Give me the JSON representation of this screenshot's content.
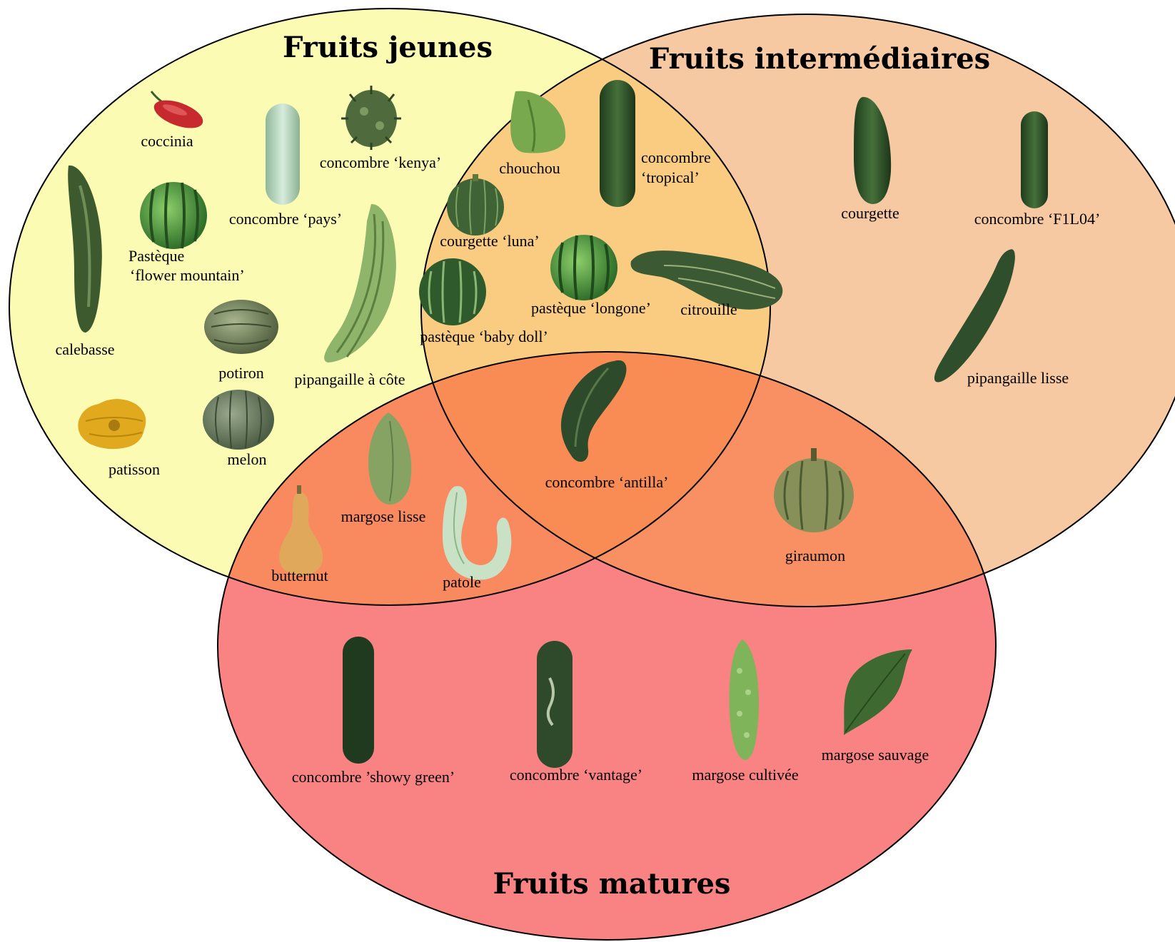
{
  "sets": {
    "young": {
      "title": "Fruits jeunes",
      "color": "#fbfbb4"
    },
    "intermediate": {
      "title": "Fruits intermédiaires",
      "color": "#f7c9a2"
    },
    "mature": {
      "title": "Fruits matures",
      "color": "#f98283"
    },
    "overlap_young_intermediate": {
      "color": "#f9cc82"
    },
    "overlap_young_mature": {
      "color": "#f98a60"
    },
    "overlap_intermediate_mature": {
      "color": "#f99063"
    },
    "overlap_all": {
      "color": "#f98c55"
    }
  },
  "items": {
    "coccinia": {
      "label": "coccinia",
      "icon": "coccinia-fruit-icon"
    },
    "concombre_pays": {
      "label": "concombre ‘pays’",
      "icon": "cucumber-icon"
    },
    "concombre_kenya": {
      "label": "concombre ‘kenya’",
      "icon": "spiky-cucumber-icon"
    },
    "calebasse": {
      "label": "calebasse",
      "icon": "gourd-icon"
    },
    "pasteque_flower_1": {
      "label": "Pastèque"
    },
    "pasteque_flower_2": {
      "label": "‘flower mountain’",
      "icon": "watermelon-icon"
    },
    "potiron": {
      "label": "potiron",
      "icon": "pumpkin-icon"
    },
    "pipangaille_cote": {
      "label": "pipangaille à côte",
      "icon": "ridged-gourd-icon"
    },
    "patisson": {
      "label": "patisson",
      "icon": "pattypan-squash-icon"
    },
    "melon": {
      "label": "melon",
      "icon": "melon-icon"
    },
    "chouchou": {
      "label": "chouchou",
      "icon": "chayote-icon"
    },
    "concombre_tropical_1": {
      "label": "concombre"
    },
    "concombre_tropical_2": {
      "label": "‘tropical’",
      "icon": "cucumber-icon"
    },
    "courgette_luna": {
      "label": "courgette ‘luna’",
      "icon": "round-zucchini-icon"
    },
    "pasteque_longone": {
      "label": "pastèque ‘longone’",
      "icon": "watermelon-icon"
    },
    "citrouille": {
      "label": "citrouille",
      "icon": "squash-icon"
    },
    "pasteque_baby_doll": {
      "label": "pastèque ‘baby doll’",
      "icon": "watermelon-icon"
    },
    "courgette": {
      "label": "courgette",
      "icon": "zucchini-icon"
    },
    "concombre_f1l04": {
      "label": "concombre ‘F1L04’",
      "icon": "cucumber-icon"
    },
    "pipangaille_lisse": {
      "label": "pipangaille lisse",
      "icon": "smooth-gourd-icon"
    },
    "concombre_antilla": {
      "label": "concombre ‘antilla’",
      "icon": "curved-cucumber-icon"
    },
    "margose_lisse": {
      "label": "margose lisse",
      "icon": "bitter-gourd-icon"
    },
    "butternut": {
      "label": "butternut",
      "icon": "butternut-squash-icon"
    },
    "patole": {
      "label": "patole",
      "icon": "snake-gourd-icon"
    },
    "giraumon": {
      "label": "giraumon",
      "icon": "pumpkin-icon"
    },
    "concombre_showy_green": {
      "label": "concombre ’showy green’",
      "icon": "cucumber-icon"
    },
    "concombre_vantage": {
      "label": "concombre ‘vantage’",
      "icon": "cucumber-icon"
    },
    "margose_cultivee": {
      "label": "margose cultivée",
      "icon": "bitter-gourd-icon"
    },
    "margose_sauvage": {
      "label": "margose sauvage",
      "icon": "wild-bitter-gourd-icon"
    }
  }
}
